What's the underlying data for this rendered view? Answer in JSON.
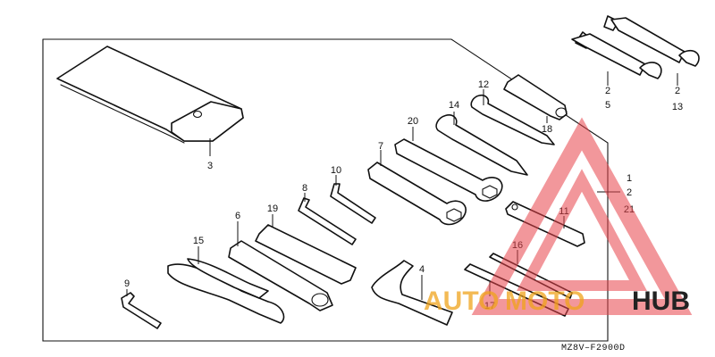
{
  "diagram": {
    "code": "MZ8V–F2900D",
    "callouts": [
      "3",
      "2",
      "5",
      "2",
      "13",
      "12",
      "18",
      "14",
      "20",
      "7",
      "1",
      "2",
      "21",
      "10",
      "8",
      "6",
      "19",
      "11",
      "15",
      "16",
      "9",
      "4",
      "17"
    ]
  },
  "watermark": {
    "text_auto": "AUTO",
    "text_moto": "MOTO",
    "text_hub": "HUB",
    "colors": {
      "triangle": "#e8434a",
      "auto": "#f0a31c",
      "moto": "#f0a31c",
      "hub": "#222222"
    }
  }
}
